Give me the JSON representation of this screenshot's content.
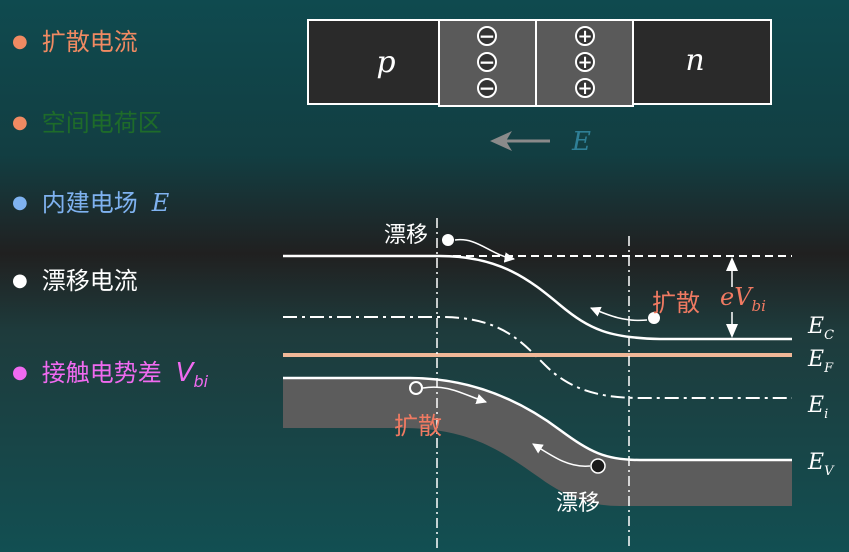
{
  "bullets": [
    {
      "text": "扩散电流",
      "color": "#f08a62"
    },
    {
      "text": "空间电荷区",
      "color": "#1e6b2a"
    },
    {
      "text": "内建电场",
      "symbol": "E",
      "color": "#7fb2f0"
    },
    {
      "text": "漂移电流",
      "color": "#ffffff"
    },
    {
      "text": "接触电势差",
      "symbol": "V",
      "symbol_sub": "bi",
      "color": "#f06af0"
    }
  ],
  "junction": {
    "p_label": "p",
    "n_label": "n",
    "negative_ion_sign": "−",
    "positive_ion_sign": "+",
    "field_label": "E"
  },
  "band": {
    "drift_top": "漂移",
    "diffusion_top": "扩散",
    "diffusion_bottom": "扩散",
    "drift_bottom": "漂移",
    "barrier": {
      "prefix": "eV",
      "sub": "bi"
    },
    "levels": [
      {
        "main": "E",
        "sub": "C"
      },
      {
        "main": "E",
        "sub": "F"
      },
      {
        "main": "E",
        "sub": "i"
      },
      {
        "main": "E",
        "sub": "V"
      }
    ]
  },
  "colors": {
    "fermi_line": "#f0b898",
    "diffusion": "#f07a62",
    "field": "#2f7f96",
    "band_fill": "#5c5c5c",
    "box_dark": "#2a2a2a",
    "box_mid": "#5a5a5a"
  }
}
